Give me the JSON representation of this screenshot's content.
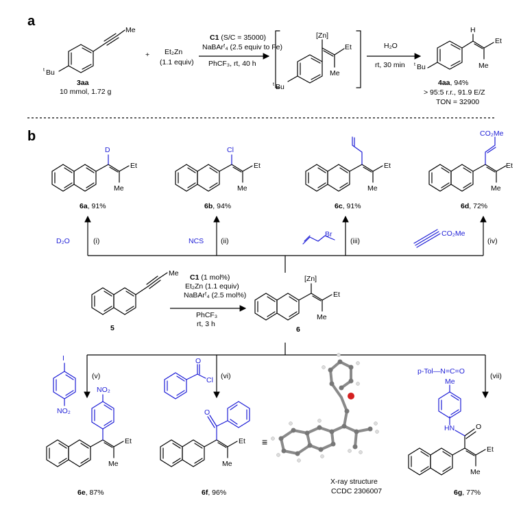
{
  "panels": {
    "a": "a",
    "b": "b"
  },
  "panel_a": {
    "sm_label": "3aa",
    "sm_scale": "10 mmol, 1.72 g",
    "sm_me": "Me",
    "sm_tbu_sup": "t",
    "sm_tbu": "Bu",
    "plus": "+",
    "reagent": "Et₂Zn",
    "reagent_equiv": "(1.1 equiv)",
    "cond1_line1_bold": "C1",
    "cond1_line1": " (S/C = 35000)",
    "cond1_line2": "NaBArᶠ₄ (2.5 equiv to Fe)",
    "cond1_line3": "PhCF₃, rt, 40 h",
    "int_zn": "[Zn]",
    "int_et": "Et",
    "int_me": "Me",
    "cond2_line1": "H₂O",
    "cond2_line2": "rt, 30 min",
    "prod_h": "H",
    "prod_et": "Et",
    "prod_me": "Me",
    "prod_label": "4aa",
    "prod_yield": ", 94%",
    "prod_rr": "> 95:5 r.r., 91.9 E/Z",
    "prod_ton": "TON = 32900"
  },
  "panel_b": {
    "products_top": [
      {
        "label": "6a",
        "yield": ", 91%",
        "sub": "D",
        "reagent": "D₂O",
        "step": "(i)"
      },
      {
        "label": "6b",
        "yield": ", 94%",
        "sub": "Cl",
        "reagent": "NCS",
        "step": "(ii)"
      },
      {
        "label": "6c",
        "yield": ", 91%",
        "sub": "",
        "reagent": "Br",
        "step": "(iii)"
      },
      {
        "label": "6d",
        "yield": ", 72%",
        "sub": "CO₂Me",
        "reagent": "CO₂Me",
        "step": "(iv)"
      }
    ],
    "sm_label": "5",
    "sm_me": "Me",
    "cond_line1_bold": "C1",
    "cond_line1": " (1 mol%)",
    "cond_line2": "Et₂Zn (1.1 equiv)",
    "cond_line3": "NaBArᶠ₄ (2.5 mol%)",
    "cond_line4": "PhCF₃",
    "cond_line5": "rt, 3 h",
    "int_label": "6",
    "int_zn": "[Zn]",
    "et": "Et",
    "me": "Me",
    "products_bottom": [
      {
        "label": "6e",
        "yield": ", 87%",
        "step": "(v)",
        "reagent_top": "I",
        "reagent_bottom": "NO₂",
        "sub": "NO₂"
      },
      {
        "label": "6f",
        "yield": ", 96%",
        "step": "(vi)",
        "reagent_o": "O",
        "reagent_cl": "Cl"
      },
      {
        "label": "6g",
        "yield": ", 77%",
        "step": "(vii)",
        "reagent": "p-Tol—N=C=O",
        "sub_me": "Me",
        "nh": "HN",
        "o": "O"
      }
    ],
    "equiv": "≡",
    "xray_line1": "X-ray structure",
    "xray_line2": "CCDC 2306007"
  }
}
